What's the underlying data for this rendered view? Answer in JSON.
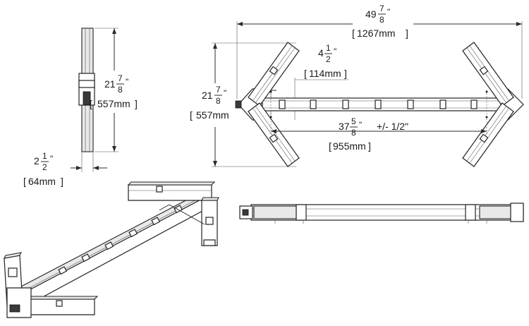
{
  "side_view": {
    "height_whole": "21",
    "height_num": "7",
    "height_den": "8",
    "height_unit": "\"",
    "height_mm": "557mm",
    "width_whole": "2",
    "width_num": "1",
    "width_den": "2",
    "width_unit": "\"",
    "width_mm": "64mm"
  },
  "top_view": {
    "overall_whole": "49",
    "overall_num": "7",
    "overall_den": "8",
    "overall_unit": "\"",
    "overall_mm": "1267mm",
    "offset_whole": "4",
    "offset_num": "1",
    "offset_den": "2",
    "offset_unit": "\"",
    "offset_mm": "114mm",
    "arm_whole": "21",
    "arm_num": "7",
    "arm_den": "8",
    "arm_unit": "\"",
    "arm_mm": "557mm",
    "span_whole": "37",
    "span_num": "5",
    "span_den": "8",
    "span_unit": "\"",
    "span_tolerance": "+/- 1/2\"",
    "span_mm": "955mm"
  },
  "bracket_left": "[",
  "bracket_right": "]",
  "colors": {
    "line": "#2b2b2b",
    "part_fill": "#ffffff",
    "shade": "#e9e9e9",
    "dark": "#3a3a3a"
  }
}
